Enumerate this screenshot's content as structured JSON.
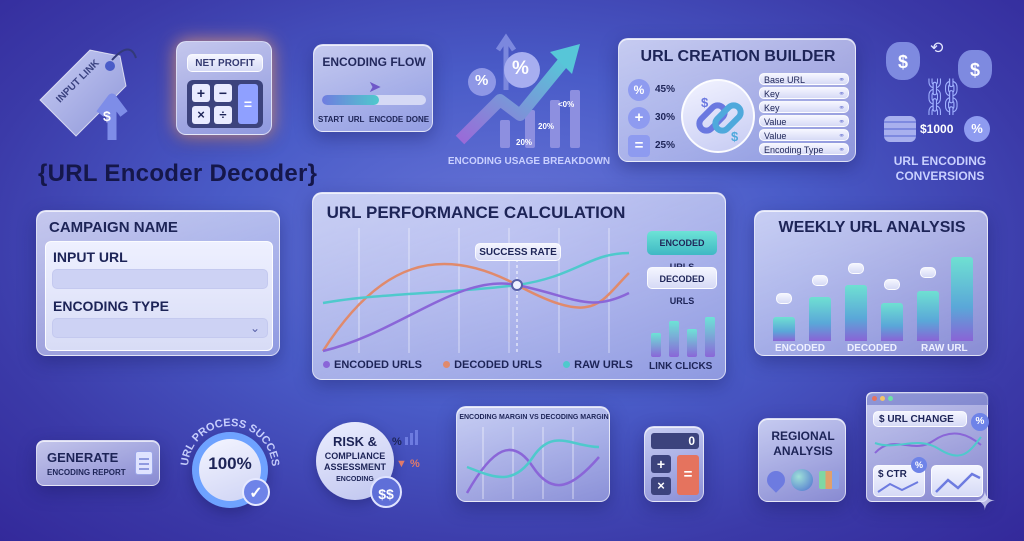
{
  "title": "{URL Encoder Decoder}",
  "input_link": {
    "label": "INPUT LINK"
  },
  "net_profit": {
    "label": "NET PROFIT"
  },
  "encoding_flow": {
    "title": "ENCODING FLOW",
    "steps": [
      "START",
      "URL",
      "ENCODE",
      "DONE"
    ]
  },
  "usage_breakdown": {
    "label": "ENCODING USAGE BREAKDOWN",
    "annotations": [
      "<0%",
      "20%",
      "20%"
    ]
  },
  "url_builder": {
    "title": "URL CREATION BUILDER",
    "percents": [
      "45%",
      "30%",
      "25%"
    ],
    "fields": [
      "Base URL",
      "Key",
      "Key",
      "Value",
      "Value",
      "Encoding Type"
    ]
  },
  "conversions": {
    "label1": "URL ENCODING",
    "label2": "CONVERSIONS",
    "amount": "$1000"
  },
  "campaign": {
    "title": "CAMPAIGN NAME",
    "input_label": "INPUT URL",
    "input_value": "",
    "encoding_label": "ENCODING TYPE",
    "encoding_value": ""
  },
  "performance": {
    "title": "URL PERFORMANCE CALCULATION",
    "callout": "SUCCESS RATE",
    "buttons": [
      "ENCODED URLS",
      "DECODED URLS"
    ],
    "legend": [
      "ENCODED URLS",
      "DECODED URLS",
      "RAW URLS"
    ],
    "link_clicks": "LINK CLICKS"
  },
  "weekly": {
    "title": "WEEKLY URL ANALYSIS",
    "labels": [
      "ENCODED",
      "DECODED",
      "RAW URL"
    ]
  },
  "generate": {
    "label": "GENERATE",
    "sub": "ENCODING REPORT"
  },
  "process": {
    "arc_text": "URL PROCESS SUCCESS",
    "value": "100%"
  },
  "risk": {
    "line1": "RISK &",
    "line2": "COMPLIANCE",
    "line3": "ASSESSMENT",
    "line4": "ENCODING",
    "money": "$$"
  },
  "margin": {
    "title": "ENCODING MARGIN VS DECODING MARGIN"
  },
  "calculator": {
    "display": "0"
  },
  "regional": {
    "line1": "REGIONAL",
    "line2": "ANALYSIS"
  },
  "url_change": {
    "label": "$ URL CHANGE",
    "ctr": "$ CTR"
  },
  "colors": {
    "teal": "#4fc9cc",
    "orange": "#e08a6c",
    "purple": "#8a66d8",
    "navy": "#1f2658"
  }
}
